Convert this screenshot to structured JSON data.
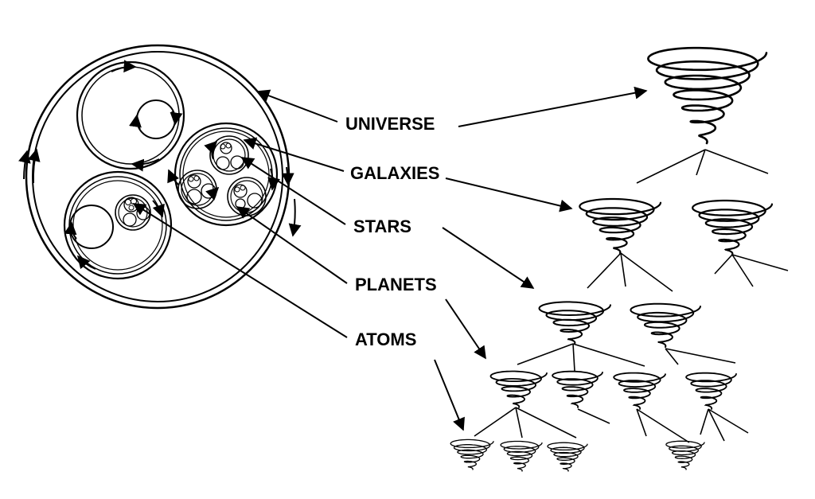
{
  "labels": {
    "universe": "UNIVERSE",
    "galaxies": "GALAXIES",
    "stars": "STARS",
    "planets": "PLANETS",
    "atoms": "ATOMS"
  },
  "colors": {
    "ink": "#000000",
    "background": "#ffffff"
  }
}
